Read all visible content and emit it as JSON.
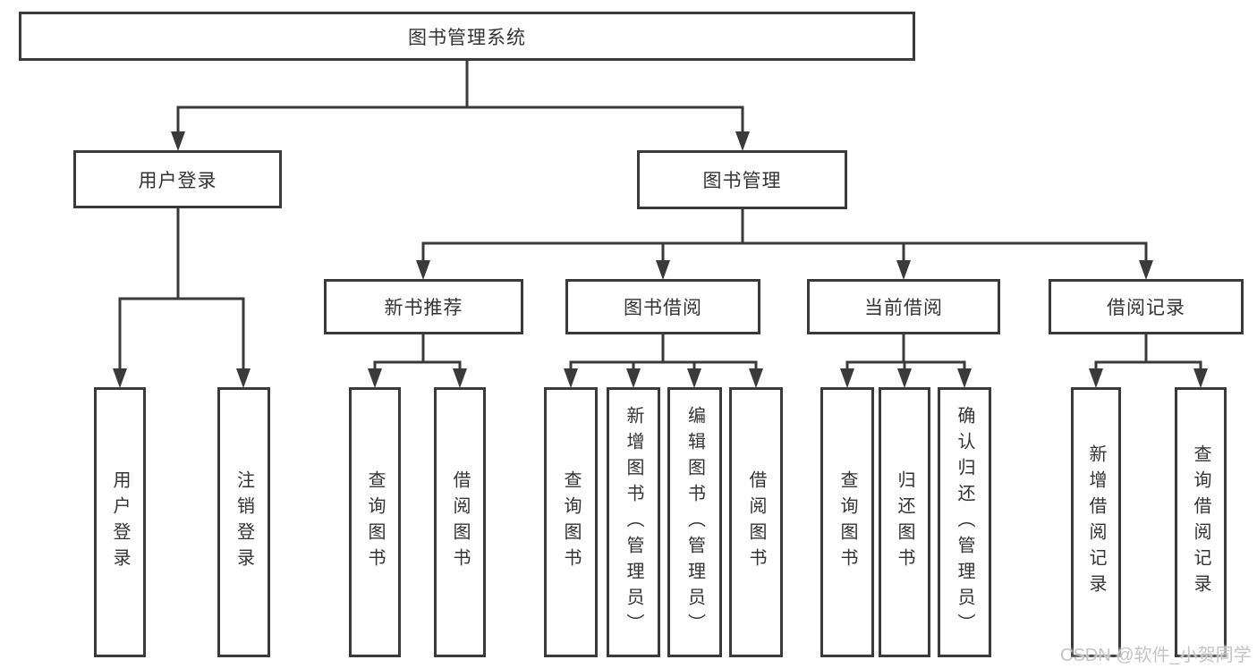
{
  "nodes": {
    "root": "图书管理系统",
    "level2": [
      "用户登录",
      "图书管理"
    ],
    "level3": [
      "新书推荐",
      "图书借阅",
      "当前借阅",
      "借阅记录"
    ]
  },
  "leaves": {
    "user_login": [
      "用户登录",
      "注销登录"
    ],
    "new_book_recommend": [
      "查询图书",
      "借阅图书"
    ],
    "book_borrow": [
      "查询图书",
      "新增图书（管理员）",
      "编辑图书（管理员）",
      "借阅图书"
    ],
    "current_borrow": [
      "查询图书",
      "归还图书",
      "确认归还（管理员）"
    ],
    "borrow_record": [
      "新增借阅记录",
      "查询借阅记录"
    ]
  },
  "watermark": "CSDN @软件_小贺同学",
  "colors": {
    "line": "#3a3a3a",
    "text": "#333333",
    "watermark": "#c4c4c4",
    "background": "#ffffff"
  }
}
